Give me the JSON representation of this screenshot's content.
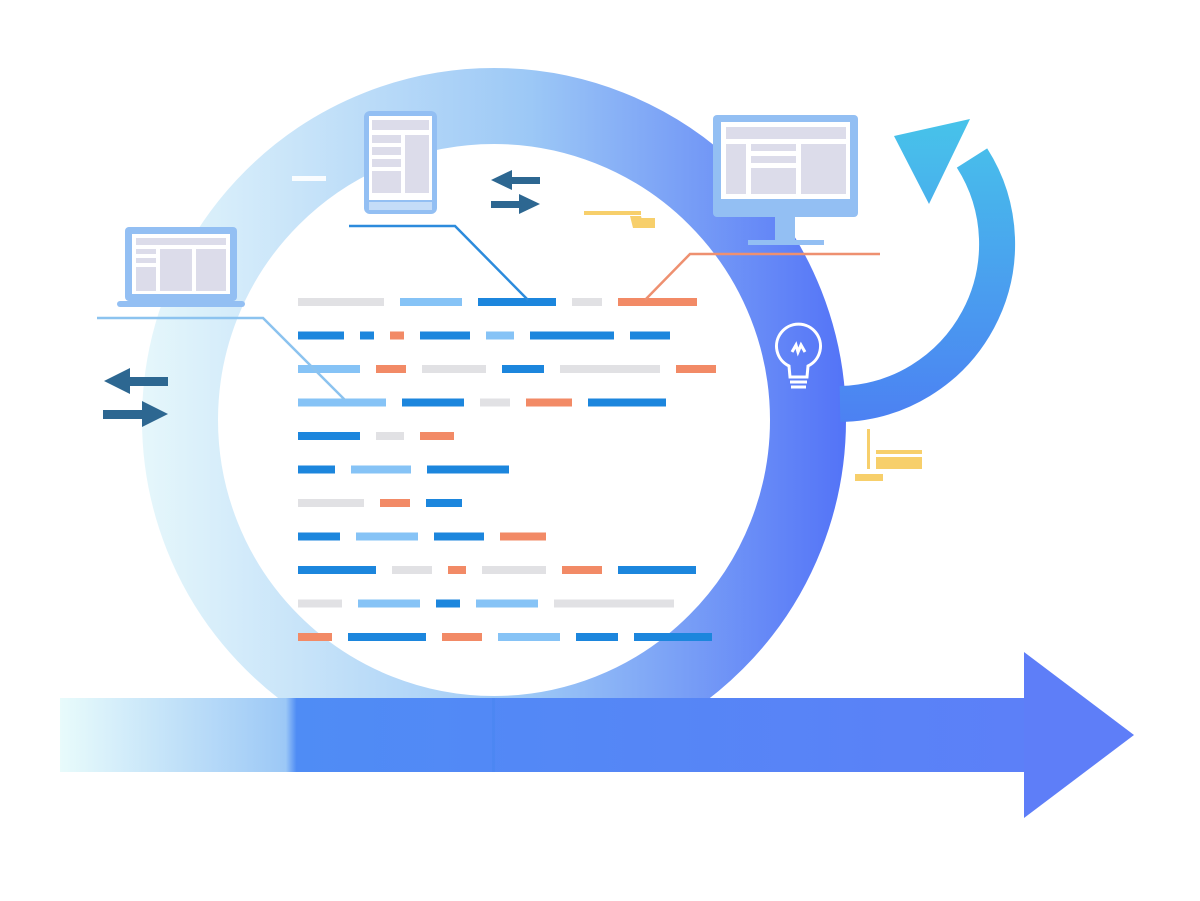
{
  "colors": {
    "background": "#ffffff",
    "ring_start": "#e6f7fb",
    "ring_mid": "#9cc8f6",
    "ring_end": "#5272f7",
    "arrow_light": "#e8fbfb",
    "arrow_mid": "#4f8cf5",
    "arrow_dark": "#5e7ef8",
    "return_arrow_top": "#47c3ea",
    "return_arrow_bottom": "#4c7ff3",
    "code_dark": "#1c86dd",
    "code_light": "#86c3f6",
    "code_orange": "#f28a66",
    "code_gray": "#e1e1e4",
    "exchange_arrows": "#2d6791",
    "connector_blue": "#2c8bdc",
    "connector_light": "#8cc3ef",
    "connector_orange": "#ee9070",
    "device_frame": "#93bff3",
    "device_screen": "#dcdcea",
    "note_yellow": "#f7cf6b",
    "bulb": "#ffffff"
  },
  "icons": {
    "laptop": "laptop-icon",
    "tablet": "tablet-icon",
    "monitor": "monitor-icon",
    "lightbulb": "lightbulb-icon",
    "exchange_arrows": "exchange-arrows-icon",
    "progress_arrow": "right-arrow-icon",
    "cycle_arrow": "curved-return-arrow-icon"
  },
  "code_lines": [
    [
      "gray",
      "light",
      "dark",
      "gray",
      "orange"
    ],
    [
      "dark",
      "dark",
      "orange",
      "dark",
      "light",
      "dark",
      "dark"
    ],
    [
      "light",
      "orange",
      "gray",
      "dark",
      "gray",
      "orange"
    ],
    [
      "light",
      "dark",
      "gray",
      "orange",
      "dark"
    ],
    [
      "dark",
      "gray",
      "orange"
    ],
    [
      "dark",
      "light",
      "dark"
    ],
    [
      "gray",
      "orange",
      "dark"
    ],
    [
      "dark",
      "light",
      "dark",
      "orange"
    ],
    [
      "dark",
      "gray",
      "orange",
      "gray",
      "orange",
      "dark"
    ],
    [
      "gray",
      "light",
      "dark",
      "light",
      "gray"
    ],
    [
      "orange",
      "dark",
      "orange",
      "light",
      "dark",
      "dark"
    ]
  ]
}
